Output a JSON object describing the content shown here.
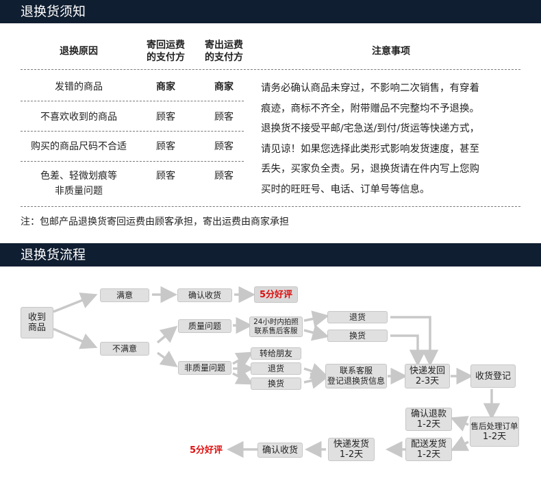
{
  "section1": {
    "title": "退换货须知"
  },
  "table": {
    "headers": {
      "reason": "退换原因",
      "return_fee": [
        "寄回运费",
        "的支付方"
      ],
      "send_fee": [
        "寄出运费",
        "的支付方"
      ],
      "notes": "注意事项"
    },
    "rows": [
      {
        "reason": [
          "发错的商品"
        ],
        "return_fee": "商家",
        "send_fee": "商家",
        "bold": true
      },
      {
        "reason": [
          "不喜欢收到的商品"
        ],
        "return_fee": "顾客",
        "send_fee": "顾客",
        "bold": false
      },
      {
        "reason": [
          "购买的商品尺码不合适"
        ],
        "return_fee": "顾客",
        "send_fee": "顾客",
        "bold": false
      },
      {
        "reason": [
          "色差、轻微划痕等",
          "非质量问题"
        ],
        "return_fee": "顾客",
        "send_fee": "顾客",
        "bold": false
      }
    ],
    "notes_lines": [
      "请务必确认商品未穿过，不影响二次销售，有穿着",
      "痕迹，商标不齐全，附带赠品不完整均不予退换。",
      "退换货不接受平邮/宅急送/到付/货运等快递方式，",
      "请见谅！如果您选择此类形式影响发货速度，甚至",
      "丢失，买家负全责。另，退换货请在件内写上您购",
      "买时的旺旺号、电话、订单号等信息。"
    ]
  },
  "footnote": "注：包邮产品退换货寄回运费由顾客承担，寄出运费由商家承担",
  "section2": {
    "title": "退换货流程"
  },
  "flow": {
    "receive": [
      "收到",
      "商品"
    ],
    "satisfied": "满意",
    "confirm_receipt_1": "确认收货",
    "good_review_1": "5分好评",
    "unsatisfied": "不满意",
    "quality_issue": "质量问题",
    "photo_24h": [
      "24小时内拍照",
      "联系售后客服"
    ],
    "return_1": "退货",
    "exchange_1": "换货",
    "non_quality_issue": "非质量问题",
    "transfer_friend": "转给朋友",
    "return_2": "退货",
    "exchange_2": "换货",
    "contact_service": [
      "联系客服",
      "登记退换货信息"
    ],
    "ship_back": [
      "快递发回",
      "2-3天"
    ],
    "receipt_register": "收货登记",
    "after_sales": [
      "售后处理订单",
      "1-2天"
    ],
    "confirm_refund": [
      "确认退款",
      "1-2天"
    ],
    "delivery": [
      "配送发货",
      "1-2天"
    ],
    "express_ship": [
      "快递发货",
      "1-2天"
    ],
    "confirm_receipt_2": "确认收货",
    "good_review_2": "5分好评"
  },
  "colors": {
    "header_bar": "#101e31",
    "accent_red": "#e10c0c",
    "box_fill": "#e0e0e0",
    "arrow": "#c8c8c8"
  }
}
